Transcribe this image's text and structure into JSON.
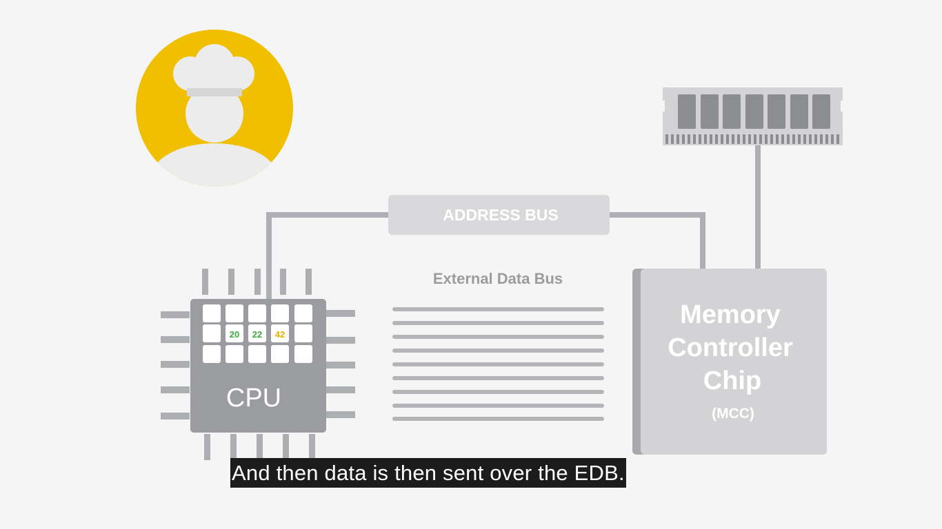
{
  "address_bus_label": "ADDRESS BUS",
  "edb_label": "External Data Bus",
  "cpu": {
    "label": "CPU",
    "registers": [
      "20",
      "22",
      "42"
    ],
    "register_colors": [
      "#3daa3d",
      "#3daa3d",
      "#e2b400"
    ]
  },
  "mcc": {
    "line1": "Memory",
    "line2": "Controller",
    "line3": "Chip",
    "abbr": "(MCC)"
  },
  "subtitle": "And then data is then sent over the EDB.",
  "colors": {
    "background": "#f5f5f5",
    "avatar": "#f0c000",
    "chip_dark": "#9b9c9f",
    "chip_light": "#d3d3d5",
    "bus": "#aeafb2",
    "bus_label": "#d9d9db"
  },
  "icons": [
    "chef-avatar-icon",
    "ram-module-icon"
  ]
}
